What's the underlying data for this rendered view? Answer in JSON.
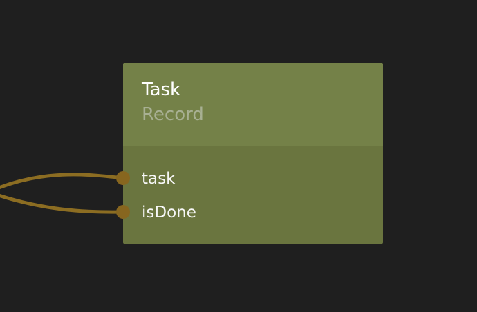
{
  "canvas": {
    "background_color": "#1f1f1f"
  },
  "node": {
    "title": "Task",
    "subtitle": "Record",
    "header_color": "#748148",
    "body_color": "#6a753f",
    "title_color": "#ffffff",
    "subtitle_color": "#a8b093",
    "inputs": [
      {
        "label": "task"
      },
      {
        "label": "isDone"
      }
    ]
  },
  "connections": {
    "wire_color": "#8c6d22",
    "socket_color": "#87661f"
  }
}
